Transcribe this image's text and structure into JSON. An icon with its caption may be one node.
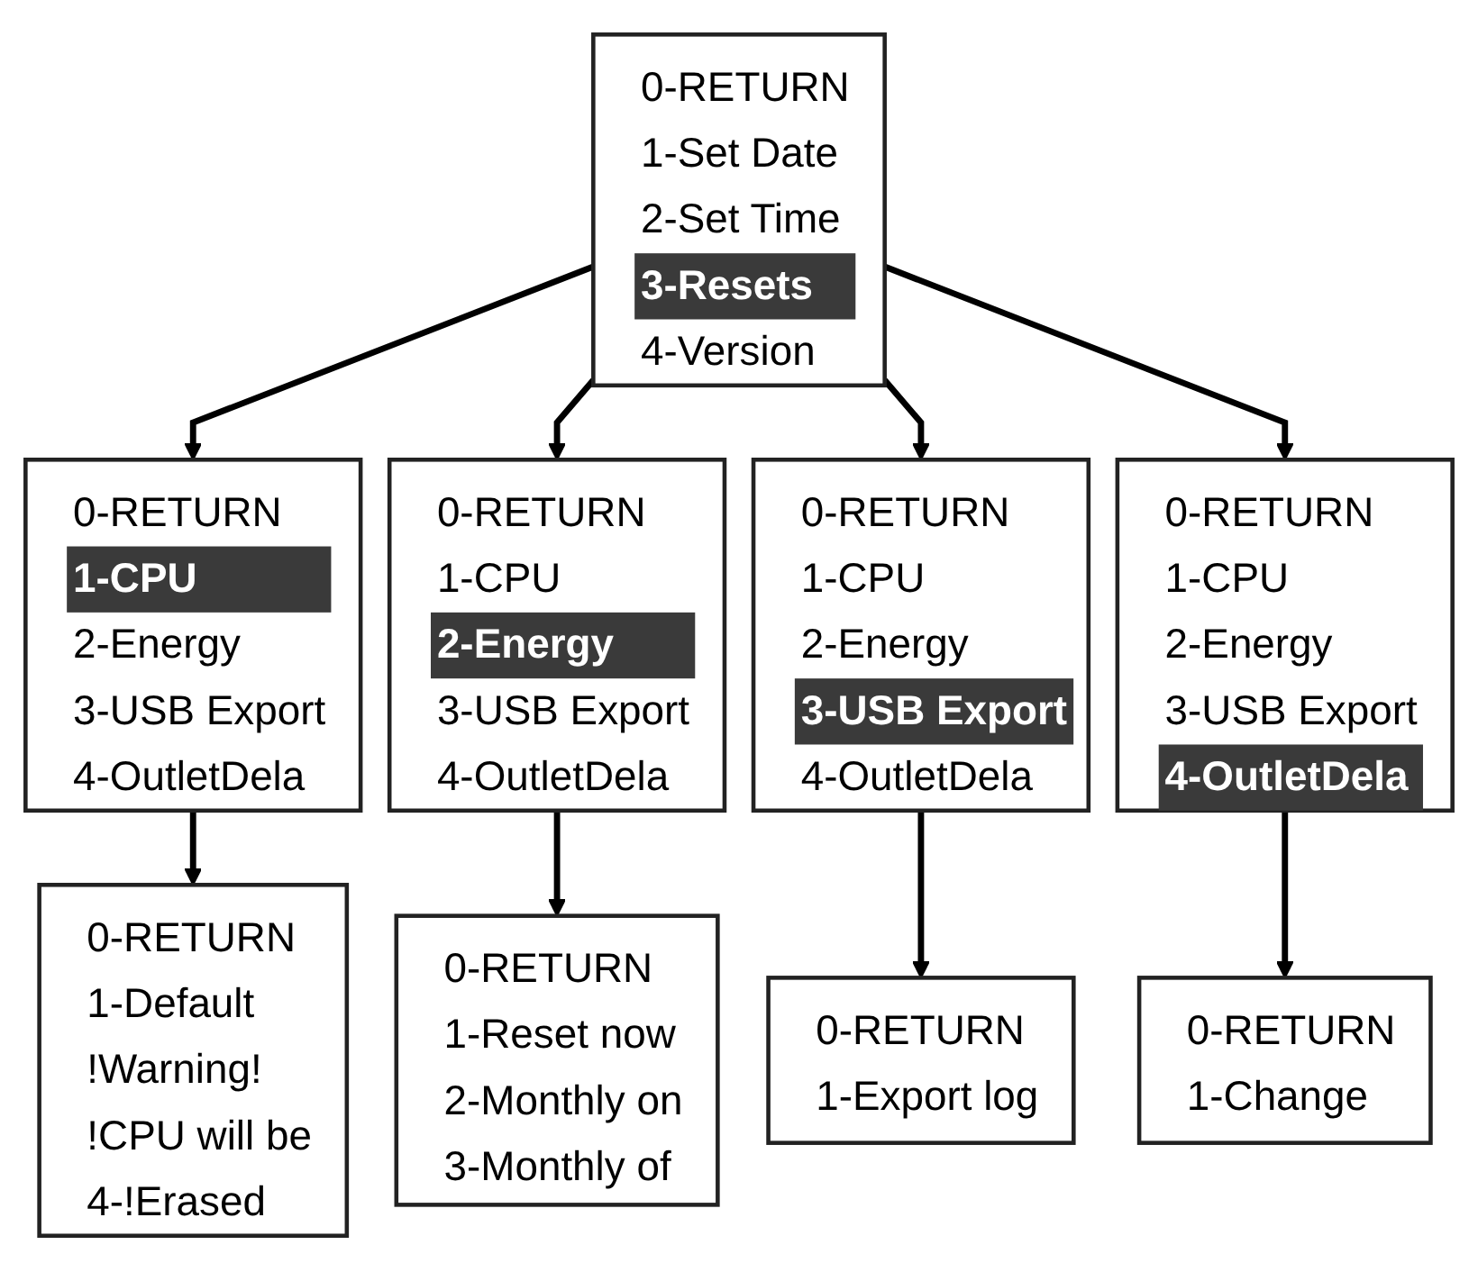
{
  "diagram": {
    "nodes": [
      {
        "text": [
          "0-RETURN",
          "1-Set Date",
          "2-Set Time",
          "3-Resets",
          "4-Version"
        ]
      },
      {
        "text": [
          "0-RETURN",
          "1-CPU",
          "2-Energy",
          "3-USB Export",
          "4-OutletDela"
        ]
      },
      {
        "text": [
          "0-RETURN",
          "1-CPU",
          "2-Energy",
          "3-USB Export",
          "4-OutletDela"
        ]
      },
      {
        "text": [
          "0-RETURN",
          "1-CPU",
          "2-Energy",
          "3-USB Export",
          "4-OutletDela"
        ]
      },
      {
        "text": [
          "0-RETURN",
          "1-CPU",
          "2-Energy",
          "3-USB Export",
          "4-OutletDela"
        ]
      },
      {
        "text": [
          "0-RETURN",
          "1-Default",
          "!Warning!",
          "!CPU will be",
          "4-!Erased"
        ]
      },
      {
        "text": [
          "0-RETURN",
          "1-Reset now",
          "2-Monthly on",
          "3-Monthly of"
        ]
      },
      {
        "text": [
          "0-RETURN",
          "1-Export log"
        ]
      },
      {
        "text": [
          "0-RETURN",
          "1-Change"
        ]
      }
    ],
    "edges": [
      {
        "from": 0,
        "to": 1,
        "arrow": "to"
      },
      {
        "from": 0,
        "to": 2,
        "arrow": "to"
      },
      {
        "from": 0,
        "to": 3,
        "arrow": "to"
      },
      {
        "from": 0,
        "to": 4,
        "arrow": "to"
      },
      {
        "from": 1,
        "to": 5,
        "arrow": "to"
      },
      {
        "from": 2,
        "to": 6,
        "arrow": "to"
      },
      {
        "from": 3,
        "to": 7,
        "arrow": "to"
      },
      {
        "from": 4,
        "to": 8,
        "arrow": "to"
      }
    ]
  }
}
